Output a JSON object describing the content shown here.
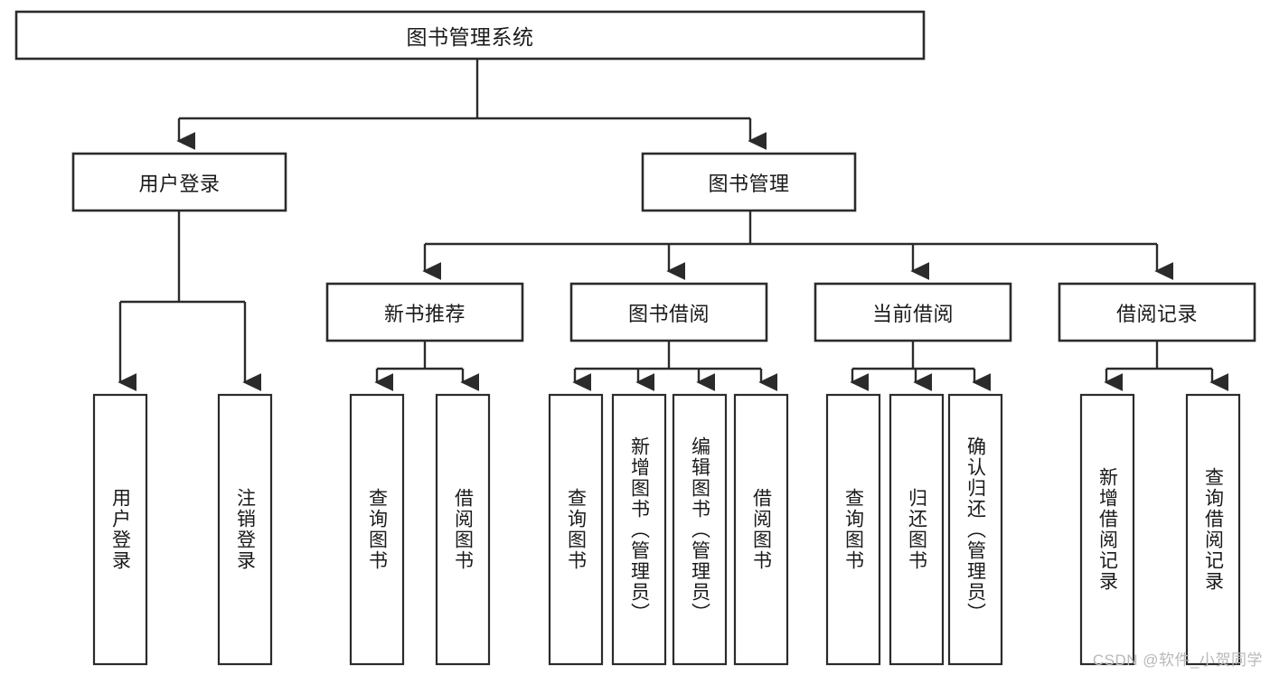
{
  "diagram": {
    "type": "tree-hierarchy",
    "title": "图书管理系统",
    "orientation": "top-down",
    "watermark": "CSDN @软件_小贺同学",
    "colors": {
      "stroke": "#2b2b2b",
      "fill": "#ffffff",
      "text": "#1a1a1a",
      "watermark": "#b9b9b9"
    },
    "root": {
      "label": "图书管理系统"
    },
    "level1": [
      {
        "label": "用户登录"
      },
      {
        "label": "图书管理"
      }
    ],
    "level2": [
      {
        "label": "新书推荐"
      },
      {
        "label": "图书借阅"
      },
      {
        "label": "当前借阅"
      },
      {
        "label": "借阅记录"
      }
    ],
    "leaves": {
      "user_login": [
        {
          "label": "用户登录"
        },
        {
          "label": "注销登录"
        }
      ],
      "new_book_recommend": [
        {
          "label": "查询图书"
        },
        {
          "label": "借阅图书"
        }
      ],
      "book_borrow": [
        {
          "label": "查询图书"
        },
        {
          "label": "新增图书（管理员）"
        },
        {
          "label": "编辑图书（管理员）"
        },
        {
          "label": "借阅图书"
        }
      ],
      "current_borrow": [
        {
          "label": "查询图书"
        },
        {
          "label": "归还图书"
        },
        {
          "label": "确认归还（管理员）"
        }
      ],
      "borrow_records": [
        {
          "label": "新增借阅记录"
        },
        {
          "label": "查询借阅记录"
        }
      ]
    }
  }
}
